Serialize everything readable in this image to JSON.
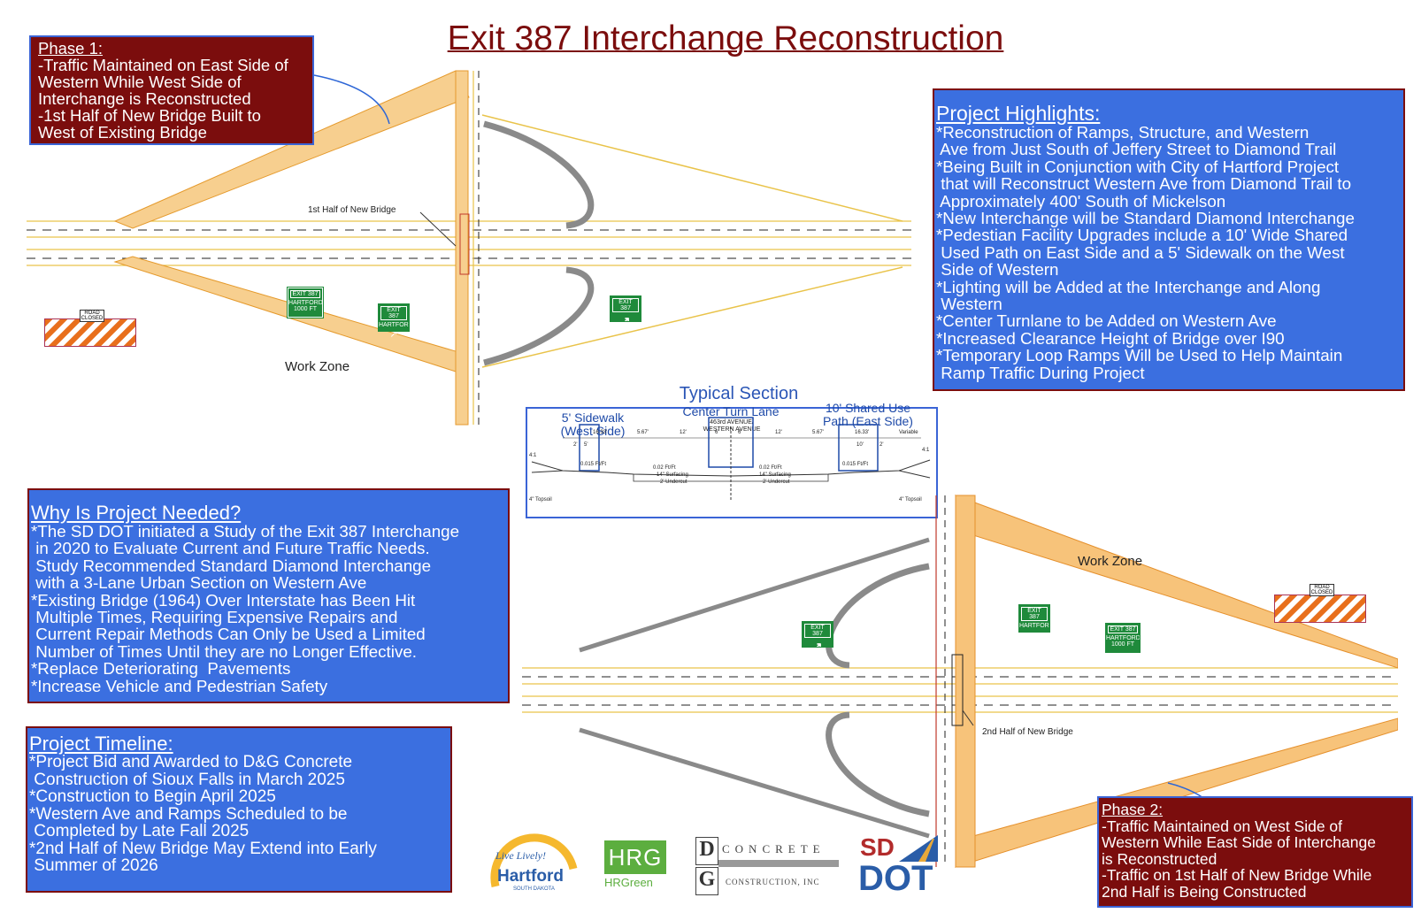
{
  "title": "Exit 387 Interchange Reconstruction",
  "phase1": {
    "heading": "Phase 1:",
    "lines": [
      "-Traffic Maintained on East Side of",
      "Western While West Side of",
      "Interchange is Reconstructed",
      "-1st Half of New Bridge Built to",
      "West of Existing Bridge"
    ]
  },
  "phase2": {
    "heading": "Phase 2:",
    "lines": [
      "-Traffic Maintained on West Side of",
      "Western While East Side of Interchange",
      "is Reconstructed",
      "-Traffic on 1st Half of  New Bridge While",
      "2nd Half is Being Constructed"
    ]
  },
  "highlights": {
    "heading": "Project Highlights:",
    "lines": [
      "*Reconstruction of Ramps, Structure, and Western",
      " Ave from Just South of Jeffery Street to Diamond Trail",
      "*Being Built in Conjunction with City of Hartford Project",
      " that will Reconstruct Western Ave from Diamond Trail to",
      " Approximately 400' South of Mickelson",
      "*New Interchange will be Standard Diamond Interchange",
      "*Pedestian Facility Upgrades include a 10' Wide Shared",
      " Used Path on East Side and a 5' Sidewalk on the West",
      " Side of Western",
      "*Lighting will be Added at the Interchange and Along",
      " Western",
      "*Center Turnlane to be Added on Western Ave",
      "*Increased Clearance Height of Bridge over I90",
      "*Temporary Loop Ramps Will be Used to Help Maintain",
      " Ramp Traffic During Project"
    ]
  },
  "why": {
    "heading": "Why Is Project Needed?",
    "lines": [
      "*The SD DOT initiated a Study of the Exit 387 Interchange",
      " in 2020 to Evaluate Current and Future Traffic Needs.",
      " Study Recommended Standard Diamond Interchange",
      " with a 3-Lane Urban Section on Western Ave",
      "*Existing Bridge (1964) Over Interstate has Been Hit",
      " Multiple Times, Requiring Expensive Repairs and",
      " Current Repair Methods Can Only be Used a Limited",
      " Number of Times Until they are no Longer Effective.",
      "*Replace Deteriorating  Pavements",
      "*Increase Vehicle and Pedestrian Safety"
    ]
  },
  "timeline": {
    "heading": "Project Timeline:",
    "lines": [
      "*Project Bid and Awarded to D&G Concrete",
      " Construction of Sioux Falls in March 2025",
      "*Construction to Begin April 2025",
      "*Western Ave and Ramps Scheduled to be",
      " Completed by Late Fall 2025",
      "*2nd Half of New Bridge May Extend into Early",
      " Summer of 2026"
    ]
  },
  "typical_section": {
    "title": "Typical Section",
    "sidewalk": "5' Sidewalk\n(West Side)",
    "center_turn": "Center Turn Lane",
    "road_name": "463rd AVENUE/\nWESTERN AVENUE",
    "shared_path": "10' Shared Use\nPath (East Side)",
    "dims": [
      "16.33'",
      "5.67'",
      "12'",
      "6'",
      "6'",
      "12'",
      "5.67'",
      "16.33'",
      "Variable"
    ],
    "notes": [
      "2'",
      "5'",
      "0.015 Ft/Ft",
      "0.02 Ft/Ft",
      "14\" Surfacing",
      "2' Undercut",
      "0.02 Ft/Ft",
      "14\" Surfacing",
      "2' Undercut",
      "10'",
      "2'",
      "0.015 Ft/Ft",
      "4\" Topsoil",
      "4\" Topsoil",
      "4:1",
      "4:1"
    ]
  },
  "map1": {
    "bridge_label": "1st Half of New Bridge",
    "work_zone": "Work Zone",
    "signs": [
      {
        "exit": "EXIT 387",
        "city": "HARTFORD",
        "dist": "1000 FT"
      },
      {
        "exit": "EXIT 387",
        "city": "HARTFORD",
        "dist": "↗"
      },
      {
        "exit": "EXIT 387",
        "city": "",
        "dist": "↗"
      }
    ],
    "road_closed": "ROAD CLOSED"
  },
  "map2": {
    "bridge_label": "2nd Half of New Bridge",
    "work_zone": "Work Zone",
    "signs": [
      {
        "exit": "EXIT 387",
        "city": "",
        "dist": "↗"
      },
      {
        "exit": "EXIT 387",
        "city": "HARTFORD",
        "dist": "↗"
      },
      {
        "exit": "EXIT 387",
        "city": "HARTFORD",
        "dist": "1000 FT"
      }
    ],
    "road_closed": "ROAD CLOSED"
  },
  "logos": {
    "hartford": {
      "tagline": "Live Lively!",
      "name": "Hartford",
      "state": "SOUTH DAKOTA"
    },
    "hrgreen": {
      "mark": "HRG",
      "name": "HRGreen"
    },
    "dg": {
      "d": "D",
      "g": "G",
      "line1": "CONCRETE",
      "line2": "CONSTRUCTION, INC"
    },
    "sddot": {
      "sd": "SD",
      "dot": "DOT"
    }
  },
  "colors": {
    "maroon": "#7b0d0d",
    "blue_box": "#3b6fe0",
    "work_zone": "#f0a33a",
    "sign_green": "#1f8a3b"
  }
}
